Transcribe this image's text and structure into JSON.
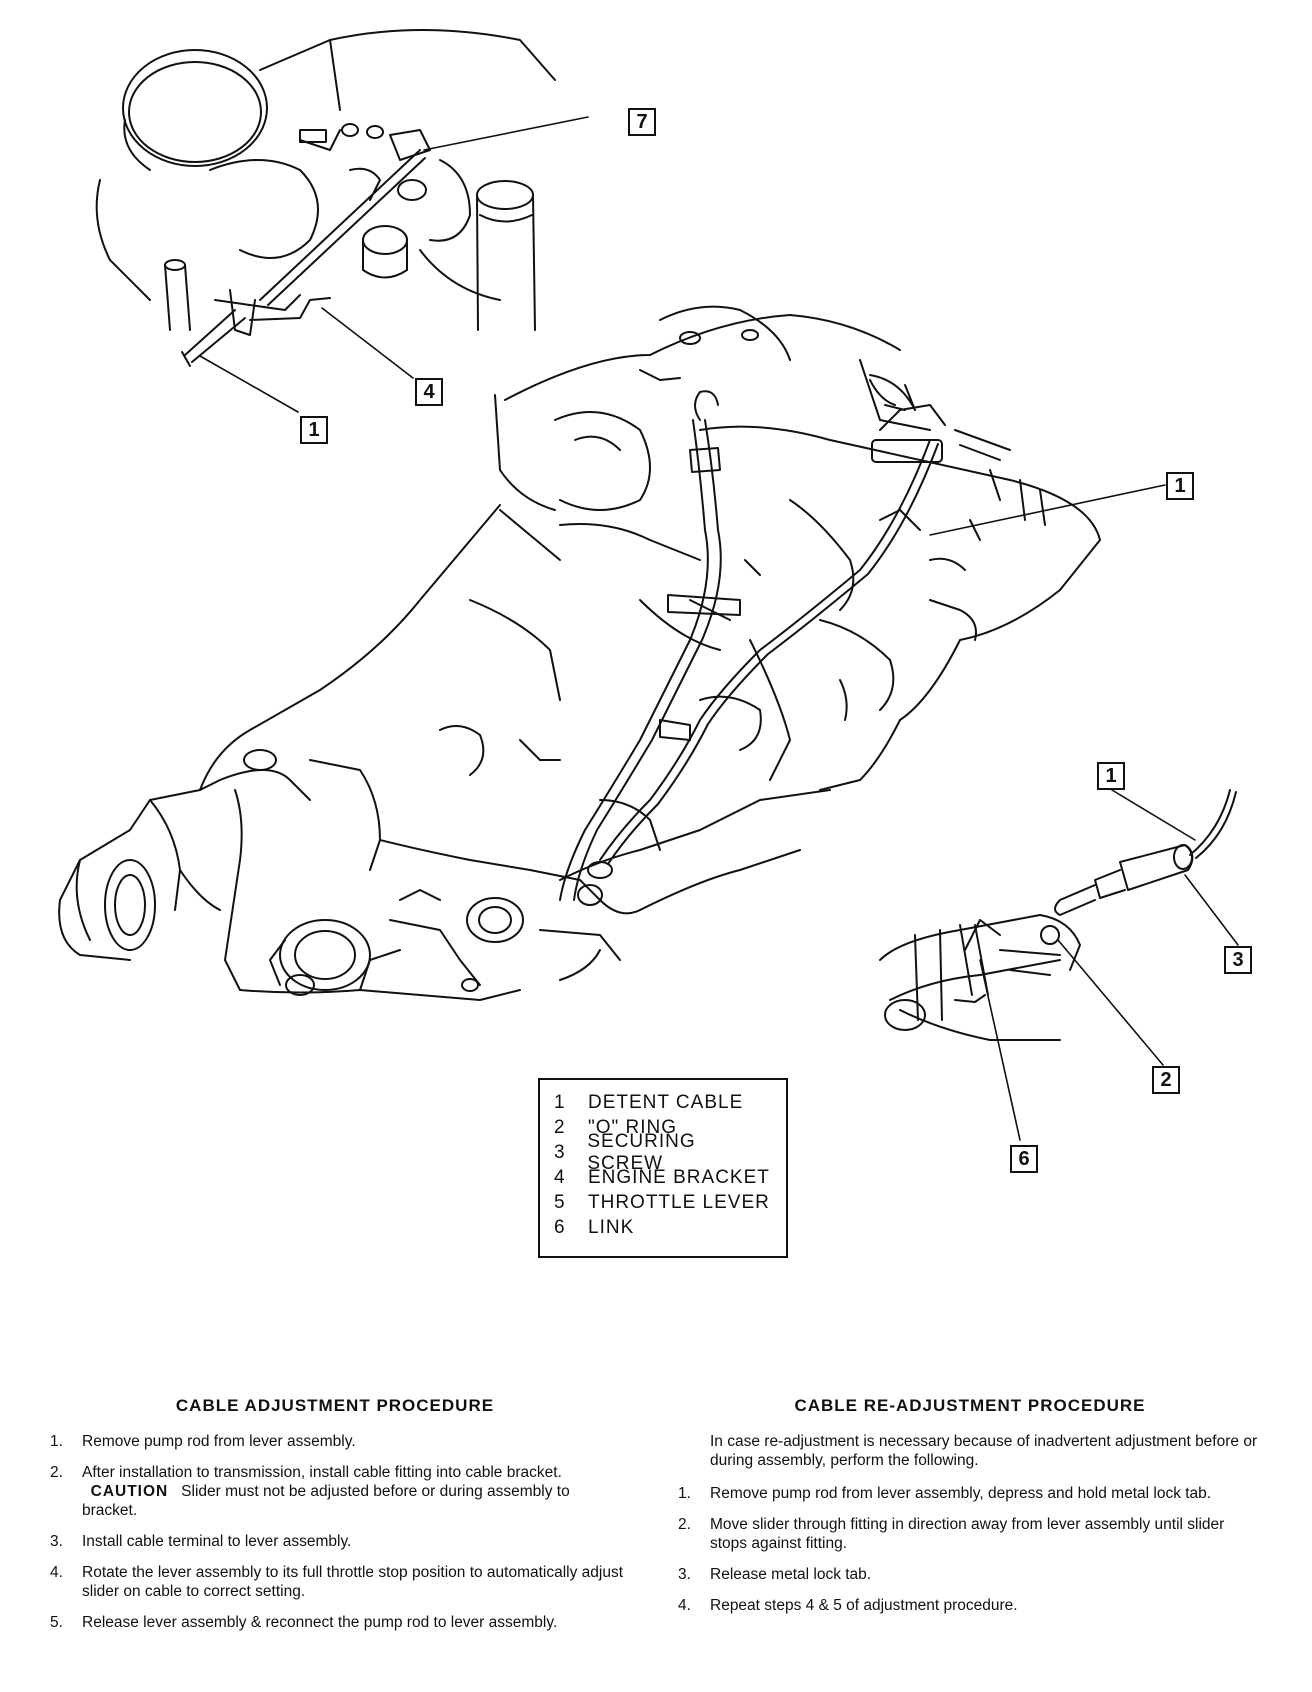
{
  "callouts": [
    {
      "id": "c-top-7",
      "label": "7"
    },
    {
      "id": "c-top-4",
      "label": "4"
    },
    {
      "id": "c-top-1",
      "label": "1"
    },
    {
      "id": "c-main-1",
      "label": "1"
    },
    {
      "id": "c-detail-1",
      "label": "1"
    },
    {
      "id": "c-detail-3",
      "label": "3"
    },
    {
      "id": "c-detail-2",
      "label": "2"
    },
    {
      "id": "c-detail-6",
      "label": "6"
    }
  ],
  "legend": [
    {
      "num": "1",
      "text": "DETENT CABLE"
    },
    {
      "num": "2",
      "text": "\"O\" RING"
    },
    {
      "num": "3",
      "text": "SECURING SCREW"
    },
    {
      "num": "4",
      "text": "ENGINE BRACKET"
    },
    {
      "num": "5",
      "text": "THROTTLE LEVER"
    },
    {
      "num": "6",
      "text": "LINK"
    }
  ],
  "adjustment": {
    "title": "CABLE ADJUSTMENT PROCEDURE",
    "steps": [
      {
        "num": "1.",
        "text": "Remove pump rod from lever assembly."
      },
      {
        "num": "2.",
        "text": "After installation to transmission, install cable fitting into cable bracket.",
        "caution": "CAUTION",
        "after": "Slider must not be adjusted before or during assembly to bracket."
      },
      {
        "num": "3.",
        "text": "Install cable terminal to lever assembly."
      },
      {
        "num": "4.",
        "text": "Rotate the lever assembly to its full throttle stop position to automatically adjust slider on cable to correct setting."
      },
      {
        "num": "5.",
        "text": "Release lever assembly & reconnect the pump rod to lever assembly."
      }
    ]
  },
  "readjustment": {
    "title": "CABLE RE-ADJUSTMENT PROCEDURE",
    "intro": "In case re-adjustment is necessary because of inadvertent adjustment before or during assembly, perform the following.",
    "steps": [
      {
        "num": "1.",
        "text": "Remove pump rod from lever assembly, depress and hold metal lock tab."
      },
      {
        "num": "2.",
        "text": "Move slider through fitting in direction away from lever assembly until slider stops against fitting."
      },
      {
        "num": "3.",
        "text": "Release metal lock tab."
      },
      {
        "num": "4.",
        "text": "Repeat steps 4 & 5 of adjustment procedure."
      }
    ]
  }
}
